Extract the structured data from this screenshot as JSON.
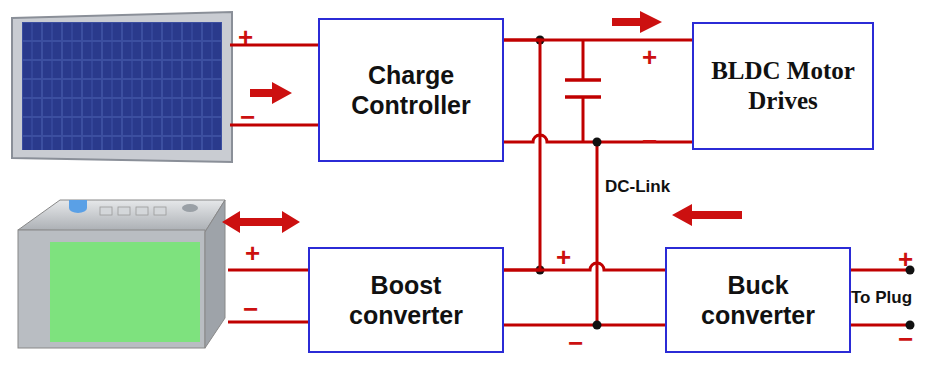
{
  "diagram": {
    "nodes": [
      {
        "text": [
          "Charge Controller"
        ]
      },
      {
        "text": [
          "BLDC Motor Drives"
        ]
      },
      {
        "text": [
          "Boost converter"
        ]
      },
      {
        "text": [
          "Buck converter"
        ]
      }
    ],
    "edges": [
      {
        "from": 0,
        "to": 1,
        "arrow": "none"
      },
      {
        "from": 0,
        "to": 2,
        "arrow": "none"
      },
      {
        "from": 2,
        "to": 3,
        "arrow": "none"
      }
    ],
    "labels": [
      "+",
      "−",
      "+",
      "−",
      "+",
      "−",
      "+",
      "−",
      "DC-Link",
      "+",
      "−",
      "To Plug"
    ]
  }
}
